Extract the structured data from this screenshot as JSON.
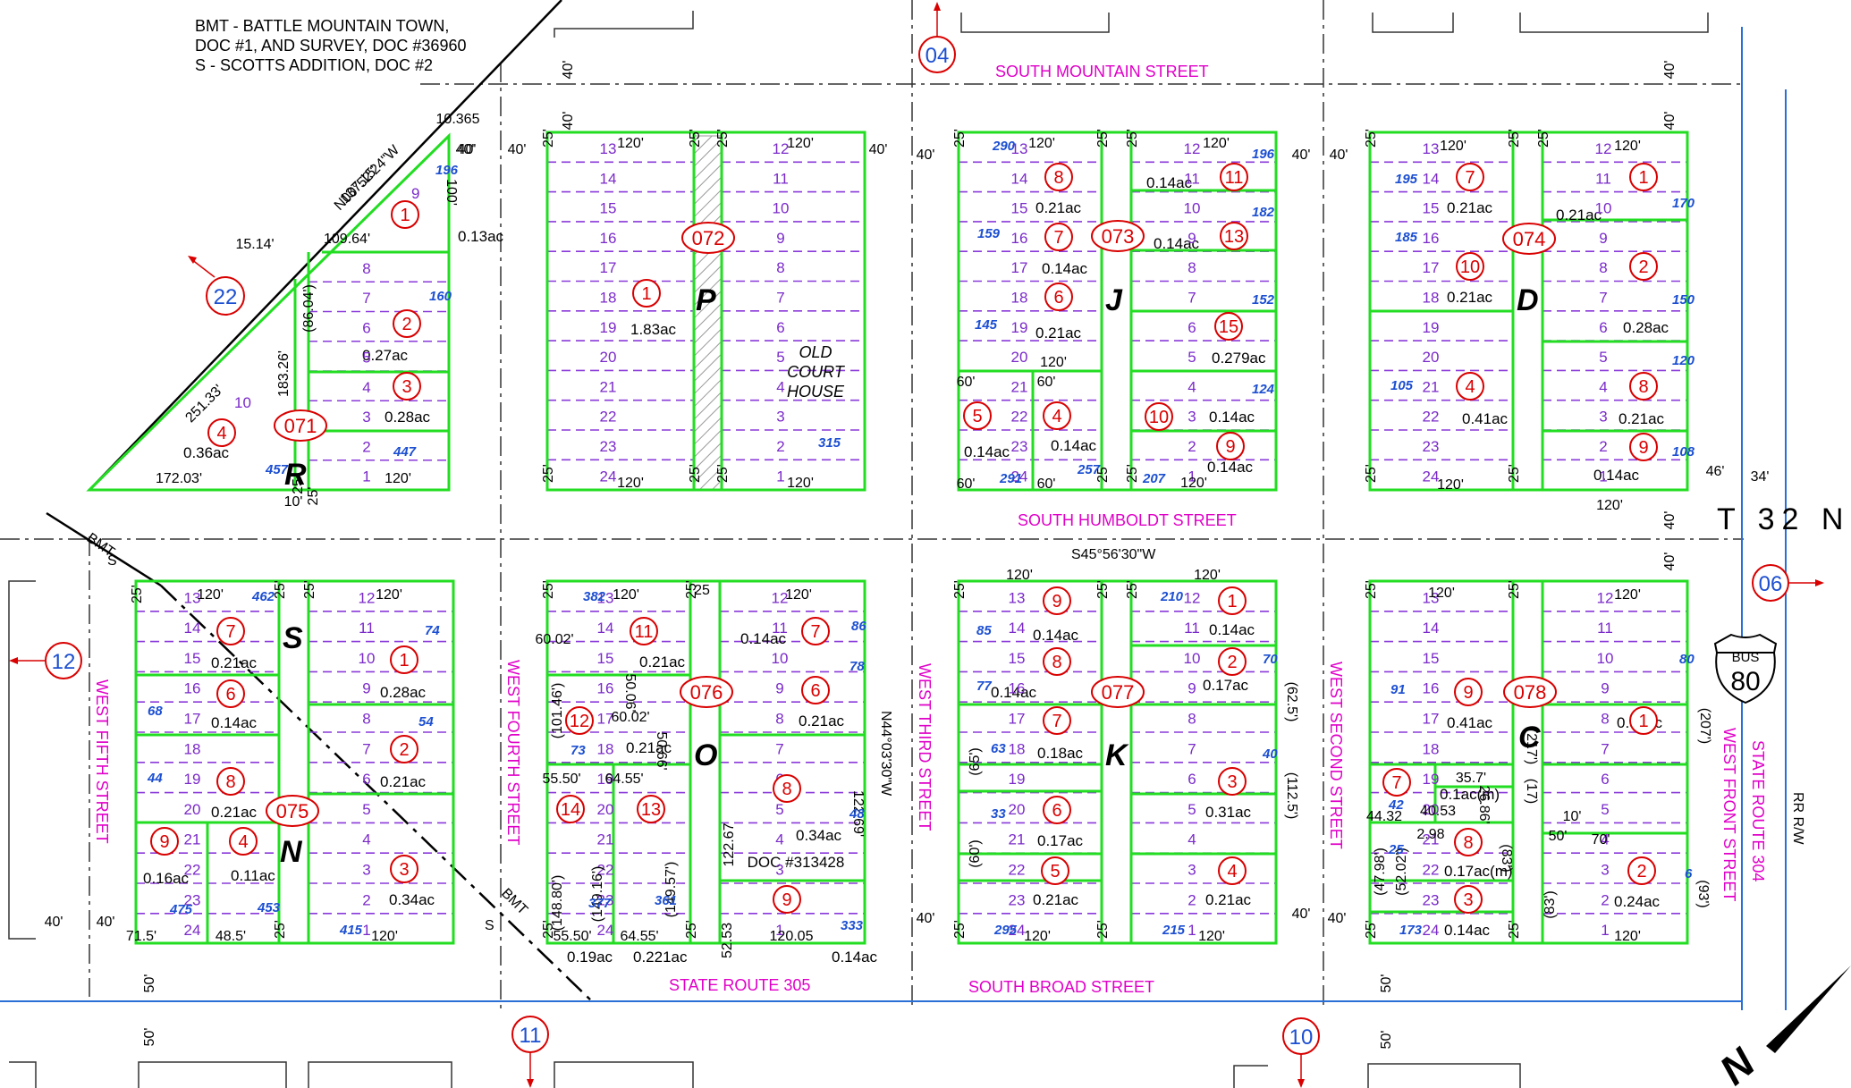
{
  "notes": [
    "BMT - BATTLE MOUNTAIN TOWN,",
    "DOC #1, AND SURVEY, DOC #36960",
    "S - SCOTTS ADDITION, DOC #2"
  ],
  "township": "T 32 N",
  "streets": {
    "south_mountain": "SOUTH MOUNTAIN STREET",
    "south_humboldt": "SOUTH HUMBOLDT STREET",
    "state_route_305": "STATE ROUTE 305",
    "south_broad": "SOUTH BROAD STREET",
    "west_fifth": "WEST FIFTH STREET",
    "west_fourth": "WEST FOURTH STREET",
    "west_third": "WEST THIRD STREET",
    "west_second": "WEST SECOND STREET",
    "west_front": "WEST FRONT STREET",
    "state_route_304": "STATE ROUTE 304",
    "rr_rw": "RR R/W"
  },
  "map_refs": {
    "top": "04",
    "left_top": "22",
    "left_mid": "12",
    "bottom_left": "11",
    "bottom_right": "10",
    "right": "06"
  },
  "book_pages": [
    "071",
    "072",
    "073",
    "074",
    "075",
    "076",
    "077",
    "078"
  ],
  "blocks": [
    "R",
    "P",
    "J",
    "D",
    "S",
    "N",
    "O",
    "K",
    "C"
  ],
  "highway_shield": {
    "label": "BUS",
    "number": "80"
  },
  "colors": {
    "lot_line": "#22dd22",
    "lot_number": "#7a2ac9",
    "street": "#e000c8",
    "parcel": "#d90000",
    "apn": "#1c4fd1"
  },
  "labels": {
    "bearing_n": "N00°52'24\"W",
    "bearing_s45": "S45°56'30\"W",
    "bearing_n44": "N44°03'30\"W",
    "old_court_house": [
      "OLD",
      "COURT",
      "HOUSE"
    ],
    "doc_313428": "DOC #313428",
    "bmt": "BMT",
    "s": "S"
  },
  "acres": {
    "r1": "0.13ac",
    "r2": "0.27ac",
    "r3": "0.28ac",
    "r4": "0.36ac",
    "p1": "1.83ac",
    "j8": "0.21ac",
    "j7": "0.14ac",
    "j6": "0.21ac",
    "j11": "0.14ac",
    "j13": "0.14ac",
    "j15": "0.279ac",
    "j10": "0.14ac",
    "j9": "0.14ac",
    "j5": "0.14ac",
    "j4": "0.14ac",
    "d7": "0.21ac",
    "d10": "0.21ac",
    "d1": "0.21ac",
    "d2": "0.28ac",
    "d4": "0.41ac",
    "d8": "0.21ac",
    "d9": "0.14ac",
    "s7": "0.21ac",
    "s6": "0.14ac",
    "s8": "0.21ac",
    "s1": "0.28ac",
    "s2": "0.21ac",
    "s3": "0.34ac",
    "s9": "0.16ac",
    "s4": "0.11ac",
    "o11": "0.21ac",
    "o12": "0.21ac",
    "o7": "0.14ac",
    "o6": "0.21ac",
    "o8": "0.34ac",
    "o9": "0.14ac",
    "o14": "0.19ac",
    "o13": "0.221ac",
    "k9": "0.14ac",
    "k8": "0.14ac",
    "k7": "0.18ac",
    "k6": "0.17ac",
    "k5": "0.21ac",
    "k1": "0.14ac",
    "k2": "0.17ac",
    "k3": "0.31ac",
    "k4": "0.21ac",
    "c9": "0.41ac",
    "c7": "0.1ac(m)",
    "c8": "0.17ac(m)",
    "c3": "0.14ac",
    "c1": "0.58ac",
    "c2": "0.24ac"
  }
}
